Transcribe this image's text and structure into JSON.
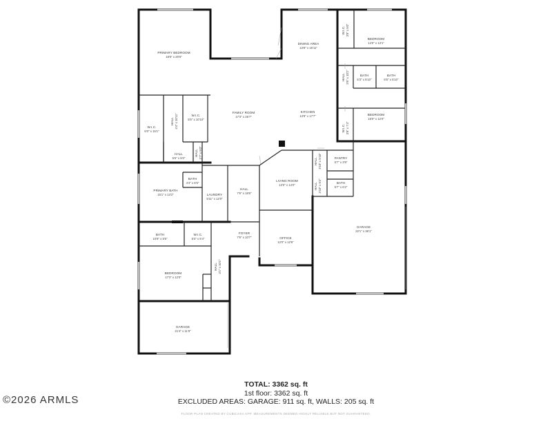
{
  "rooms": [
    {
      "name": "PRIMARY BEDROOM",
      "dims": "18'0\" x 20'6\""
    },
    {
      "name": "DINING AREA",
      "dims": "13'8\" x 15'11\""
    },
    {
      "name": "W.I.C.",
      "dims": "3'8\" x 5'0\""
    },
    {
      "name": "BEDROOM",
      "dims": "14'0\" x 13'1\""
    },
    {
      "name": "BATH",
      "dims": "5'3\" x 5'10\""
    },
    {
      "name": "BATH",
      "dims": "6'5\" x 5'10\""
    },
    {
      "name": "HALL",
      "dims": "3'6\" x 10'2\""
    },
    {
      "name": "FAMILY ROOM",
      "dims": "17'3\" x 25'7\""
    },
    {
      "name": "KITCHEN",
      "dims": "13'9\" x 17'7\""
    },
    {
      "name": "BEDROOM",
      "dims": "16'0\" x 12'0\""
    },
    {
      "name": "W.I.C.",
      "dims": "3'8\" x 7'4\""
    },
    {
      "name": "HALL",
      "dims": "4'4\" x 10'11\""
    },
    {
      "name": "W.I.C.",
      "dims": "5'5\" x 10'10\""
    },
    {
      "name": "W.I.C.",
      "dims": "6'0\" x 15'1\""
    },
    {
      "name": "HALL",
      "dims": "5'6\" x 5'0\""
    },
    {
      "name": "HALL",
      "dims": "2'7\" x 5'0\""
    },
    {
      "name": "PANTRY",
      "dims": "5'7\" x 3'9\""
    },
    {
      "name": "HALL",
      "dims": "3'10\" x 5'10\""
    },
    {
      "name": "BATH",
      "dims": "4'4\" x 6'5\""
    },
    {
      "name": "PRIMARY BATH",
      "dims": "15'1\" x 13'2\""
    },
    {
      "name": "LAUNDRY",
      "dims": "5'11\" x 12'0\""
    },
    {
      "name": "HALL",
      "dims": "7'6\" x 18'6\""
    },
    {
      "name": "LIVING ROOM",
      "dims": "12'0\" x 14'0\""
    },
    {
      "name": "HALL",
      "dims": "3'10\" x 5'2\""
    },
    {
      "name": "BATH",
      "dims": "5'7\" x 6'2\""
    },
    {
      "name": "GARAGE",
      "dims": "22'1\" x 36'1\""
    },
    {
      "name": "BATH",
      "dims": "10'8\" x 5'5\""
    },
    {
      "name": "W.I.C.",
      "dims": "6'3\" x 5'4\""
    },
    {
      "name": "FOYER",
      "dims": "7'6\" x 10'7\""
    },
    {
      "name": "OFFICE",
      "dims": "12'0\" x 12'6\""
    },
    {
      "name": "HALL",
      "dims": "3'1\" x 10'1\""
    },
    {
      "name": "BEDROOM",
      "dims": "17'3\" x 12'0\""
    },
    {
      "name": "GARAGE",
      "dims": "21'4\" x 11'9\""
    }
  ],
  "summary": {
    "total": "TOTAL: 3362 sq. ft",
    "floor": "1st floor: 3362 sq. ft",
    "excluded": "EXCLUDED AREAS: GARAGE: 911 sq. ft, WALLS: 205 sq. ft"
  },
  "watermark": "©2026 ARMLS",
  "disclaimer": "FLOOR PLAN CREATED BY CUBICASA APP. MEASUREMENTS DEEMED HIGHLY RELIABLE BUT NOT GUARANTEED."
}
